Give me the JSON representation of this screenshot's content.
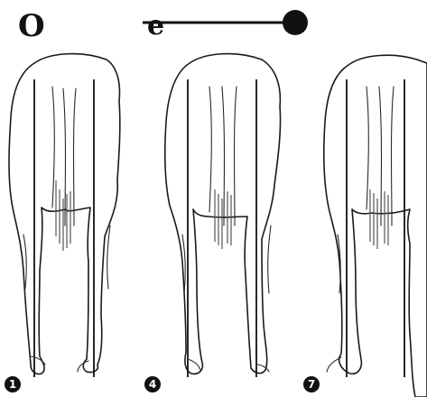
{
  "legend": {
    "glyph_left": "O",
    "glyph_right": "e",
    "line_color": "#111111"
  },
  "figures": [
    {
      "number": "1",
      "label": "1"
    },
    {
      "number": "4",
      "label": "4"
    },
    {
      "number": "7",
      "label": "7"
    }
  ],
  "colors": {
    "ink": "#1a1a1a",
    "background": "#ffffff"
  }
}
